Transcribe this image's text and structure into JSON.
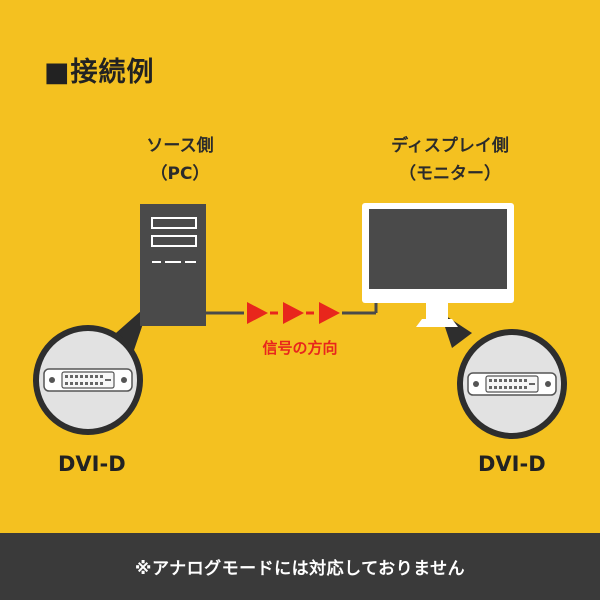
{
  "title": "■接続例",
  "source": {
    "name": "ソース側",
    "sub": "（PC）"
  },
  "display": {
    "name": "ディスプレイ側",
    "sub": "（モニター）"
  },
  "signal_label": "信号の方向",
  "connector_left": "DVI-D",
  "connector_right": "DVI-D",
  "footer_note": "※アナログモードには対応しておりません",
  "colors": {
    "background": "#F4C120",
    "device": "#4A4A4A",
    "arrow": "#E8261C",
    "footer": "#3A3A3A"
  }
}
